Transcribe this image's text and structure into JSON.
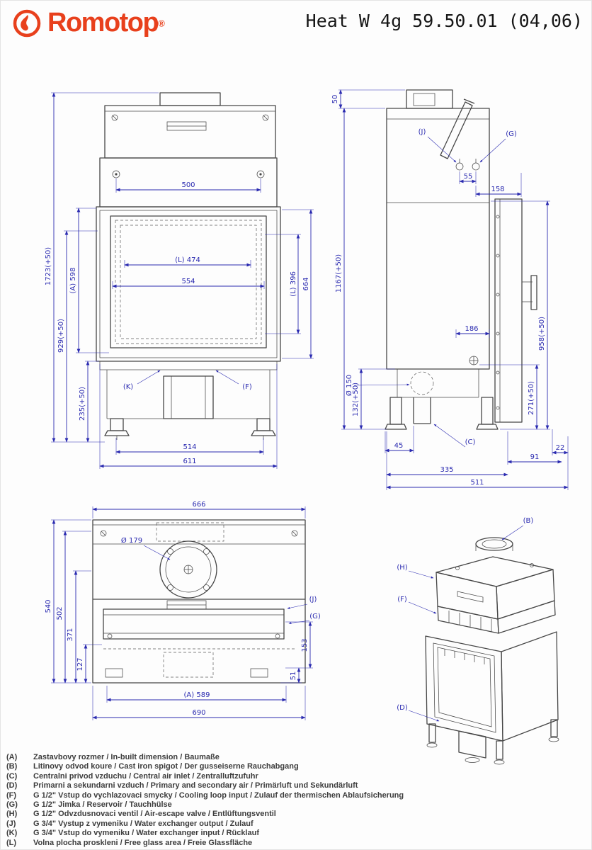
{
  "header": {
    "brand": "Romotop",
    "reg": "®",
    "title": "Heat W 4g 59.50.01 (04,06)"
  },
  "front": {
    "w500": "500",
    "w474": "(L) 474",
    "w554": "554",
    "h396": "(L) 396",
    "h664": "664",
    "h1723": "1723(+50)",
    "h929": "929(+50)",
    "h598": "(A) 598",
    "h235": "235(+50)",
    "k": "(K)",
    "f": "(F)",
    "w514": "514",
    "w611": "611"
  },
  "side": {
    "h50": "50",
    "j": "(J)",
    "g": "(G)",
    "w55": "55",
    "w158": "158",
    "h1167": "1167(+50)",
    "h958": "958(+50)",
    "w186": "186",
    "d150": "Ø 150",
    "h132": "132(+50)",
    "h271": "271(+50)",
    "w45": "45",
    "c": "(C)",
    "w22": "22",
    "w91": "91",
    "w335": "335",
    "w511": "511"
  },
  "bottom": {
    "w666": "666",
    "d179": "Ø 179",
    "h540": "540",
    "h502": "502",
    "h371": "371",
    "h127": "127",
    "j": "(J)",
    "g": "(G)",
    "h153": "153",
    "h51": "51",
    "w589": "(A) 589",
    "w690": "690"
  },
  "iso": {
    "b": "(B)",
    "h": "(H)",
    "f": "(F)",
    "d": "(D)"
  },
  "legend": {
    "items": [
      {
        "key": "(A)",
        "text": "Zastavbovy rozmer / In-built dimension / Baumaße"
      },
      {
        "key": "(B)",
        "text": "Litinovy odvod koure / Cast iron spigot / Der gusseiserne Rauchabgang"
      },
      {
        "key": "(C)",
        "text": "Centralni privod vzduchu / Central air inlet / Zentralluftzufuhr"
      },
      {
        "key": "(D)",
        "text": "Primarni a sekundarni vzduch / Primary and secondary air / Primärluft und Sekundärluft"
      },
      {
        "key": "(F)",
        "text": "G 1/2\" Vstup do vychlazovaci smycky / Cooling loop input / Zulauf der thermischen Ablaufsicherung"
      },
      {
        "key": "(G)",
        "text": "G 1/2\" Jimka / Reservoir / Tauchhülse"
      },
      {
        "key": "(H)",
        "text": "G 1/2\" Odvzdusnovaci ventil / Air-escape valve / Entlüftungsventil"
      },
      {
        "key": "(J)",
        "text": "G 3/4\" Vystup z vymeniku / Water exchanger output / Zulauf"
      },
      {
        "key": "(K)",
        "text": "G 3/4\" Vstup do vymeniku / Water exchanger input / Rücklauf"
      },
      {
        "key": "(L)",
        "text": "Volna plocha proskleni / Free glass area / Freie Glassfläche"
      }
    ]
  },
  "colors": {
    "brand_red": "#e8401c",
    "dim_blue": "#2a2ab0",
    "line_dark": "#474747"
  }
}
